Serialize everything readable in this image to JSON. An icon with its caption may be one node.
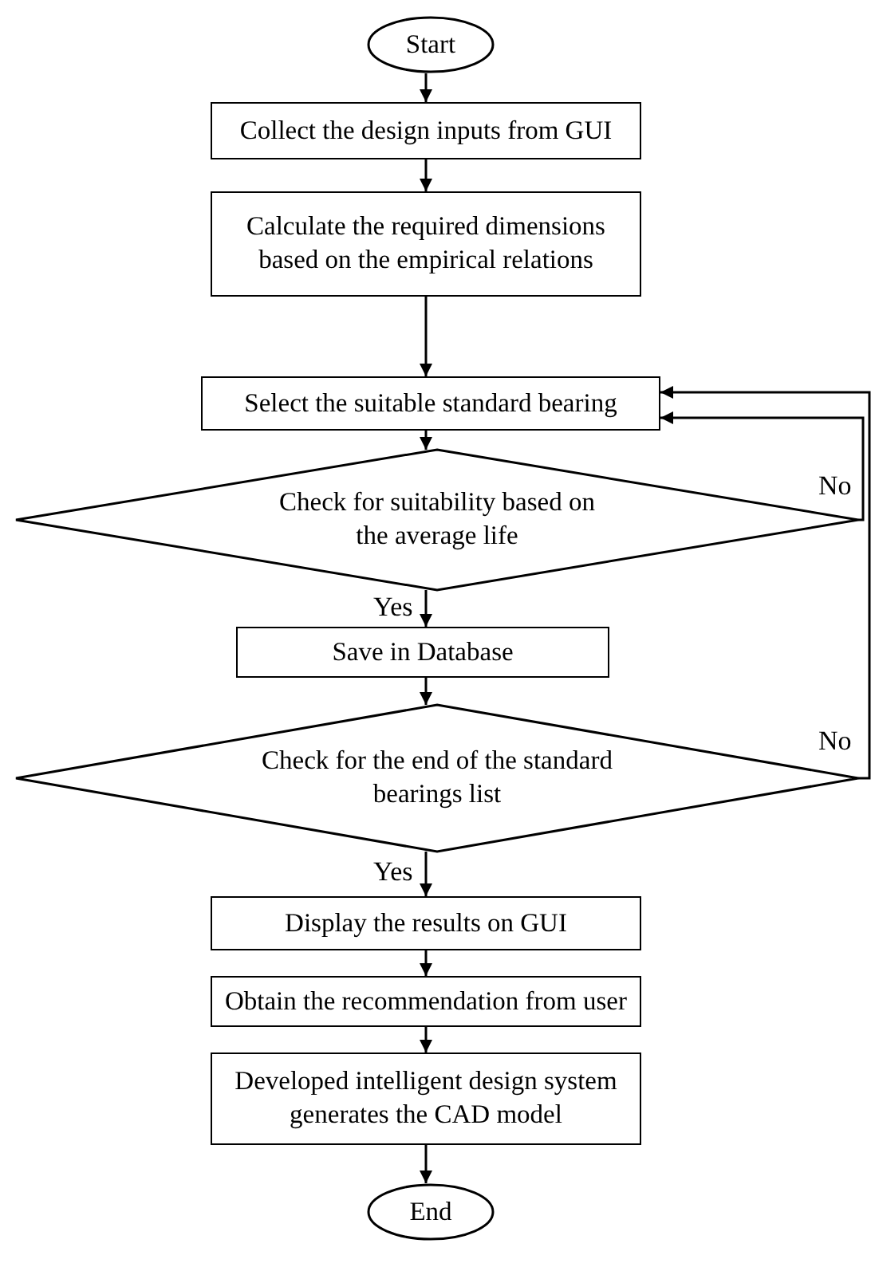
{
  "diagram": {
    "nodes": [
      {
        "text": [
          "Start"
        ]
      },
      {
        "text": [
          "Collect the design inputs from GUI"
        ]
      },
      {
        "text": [
          "Calculate the required dimensions based on the empirical relations"
        ]
      },
      {
        "text": [
          "Select the suitable standard bearing"
        ]
      },
      {
        "text": [
          "Check for suitability based on the average life"
        ]
      },
      {
        "text": [
          "Save in Database"
        ]
      },
      {
        "text": [
          "Check for the end of the standard bearings list"
        ]
      },
      {
        "text": [
          "Display the results on GUI"
        ]
      },
      {
        "text": [
          "Obtain the recommendation from user"
        ]
      },
      {
        "text": [
          "Developed intelligent design system generates the CAD model"
        ]
      },
      {
        "text": [
          "End"
        ]
      }
    ],
    "edges": [
      {
        "from": 0,
        "to": 1,
        "arrow": "to"
      },
      {
        "from": 1,
        "to": 2,
        "arrow": "to"
      },
      {
        "from": 2,
        "to": 3,
        "arrow": "to"
      },
      {
        "from": 3,
        "to": 4,
        "arrow": "to"
      },
      {
        "from": 4,
        "to": 5,
        "arrow": "to",
        "label": "Yes"
      },
      {
        "from": 4,
        "to": 3,
        "arrow": "to",
        "label": "No"
      },
      {
        "from": 5,
        "to": 6,
        "arrow": "to"
      },
      {
        "from": 6,
        "to": 7,
        "arrow": "to",
        "label": "Yes"
      },
      {
        "from": 6,
        "to": 3,
        "arrow": "to",
        "label": "No"
      },
      {
        "from": 7,
        "to": 8,
        "arrow": "to"
      },
      {
        "from": 8,
        "to": 9,
        "arrow": "to"
      },
      {
        "from": 9,
        "to": 10,
        "arrow": "to"
      }
    ]
  }
}
